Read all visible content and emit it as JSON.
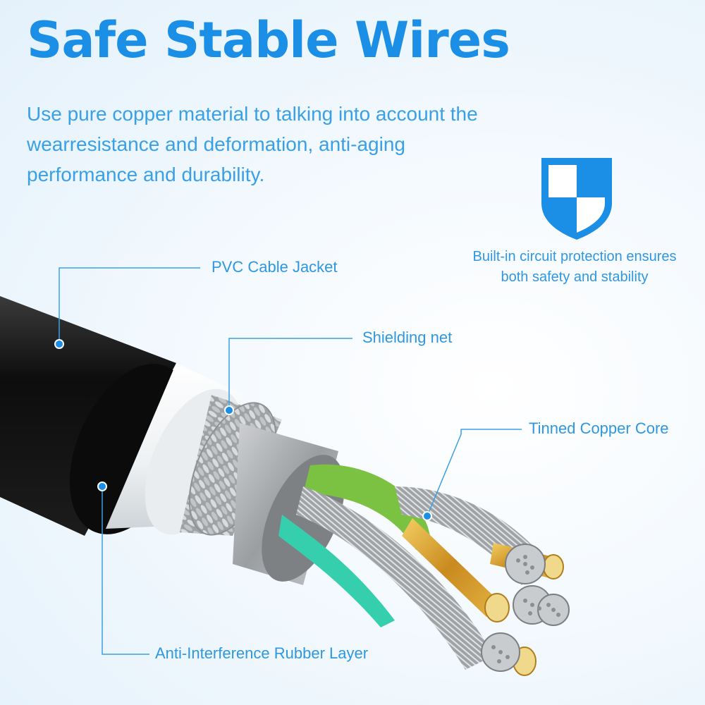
{
  "header": {
    "title": "Safe Stable Wires",
    "subtitle": "Use pure copper material to talking into account the wearresistance and deformation, anti-aging performance and durability."
  },
  "protection": {
    "icon": "shield-icon",
    "text_line1": "Built-in circuit protection ensures",
    "text_line2": "both safety and stability"
  },
  "labels": {
    "jacket": "PVC Cable Jacket",
    "shielding": "Shielding net",
    "core": "Tinned Copper Core",
    "rubber": "Anti-Interference Rubber Layer"
  },
  "colors": {
    "accent": "#1b8fe6",
    "jacket": "#111111",
    "insulation": "#f4f6f7",
    "shield_braid": "#b9bcbe",
    "foil": "#a9acae",
    "green_wire": "#7cc242",
    "teal_wire": "#35cfae",
    "copper": "#d9a431"
  }
}
